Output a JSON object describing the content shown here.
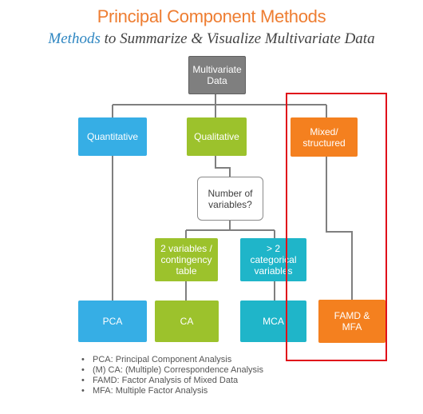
{
  "header": {
    "title": "Principal Component Methods",
    "subtitle_highlight": "Methods",
    "subtitle_rest": " to Summarize & Visualize Multivariate Data"
  },
  "nodes": {
    "root": "Multivariate\nData",
    "quantitative": "Quantitative",
    "qualitative": "Qualitative",
    "mixed": "Mixed/\nstructured",
    "question": "Number of\nvariables?",
    "two_vars": "2 variables /\ncontingency\ntable",
    "more_vars": "> 2\ncategorical\nvariables",
    "pca": "PCA",
    "ca": "CA",
    "mca": "MCA",
    "famd": "FAMD &\nMFA"
  },
  "legend": [
    "PCA: Principal Component Analysis",
    "(M) CA: (Multiple) Correspondence Analysis",
    "FAMD: Factor Analysis of Mixed Data",
    "MFA: Multiple Factor Analysis"
  ],
  "colors": {
    "title": "#ee7d31",
    "root": "#7f7f7f",
    "quantitative": "#36aee5",
    "qualitative": "#9cc22c",
    "mixed": "#f4801f",
    "mca": "#1fb5c9",
    "highlight": "#e0101a"
  }
}
